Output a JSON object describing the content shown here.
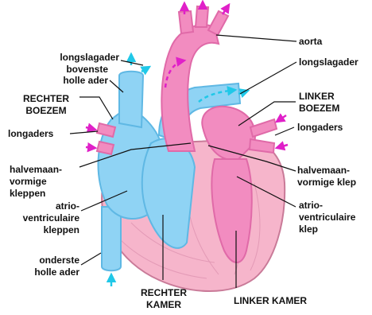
{
  "colors": {
    "blood_blue": "#8fd3f4",
    "blood_blue_dark": "#5fb8e4",
    "oxygen_pink": "#f28cc0",
    "oxygen_pink_dark": "#e06aa8",
    "muscle_pink": "#f6b5cb",
    "muscle_line": "#c97a98",
    "arrow_magenta": "#e020c8",
    "arrow_cyan": "#20c8e8",
    "leader_line": "#111111"
  },
  "labels": {
    "left": {
      "longslagader": "longslagader",
      "bovenste_holle_ader_1": "bovenste",
      "bovenste_holle_ader_2": "holle ader",
      "rechter_boezem_1": "RECHTER",
      "rechter_boezem_2": "BOEZEM",
      "longaders": "longaders",
      "halvemaan_1": "halvemaan-",
      "halvemaan_2": "vormige",
      "halvemaan_3": "kleppen",
      "atrio_1": "atrio-",
      "atrio_2": "ventriculaire",
      "atrio_3": "kleppen",
      "onderste_1": "onderste",
      "onderste_2": "holle ader"
    },
    "right": {
      "aorta": "aorta",
      "longslagader": "longslagader",
      "linker_boezem_1": "LINKER",
      "linker_boezem_2": "BOEZEM",
      "longaders": "longaders",
      "halvemaan_1": "halvemaan-",
      "halvemaan_2": "vormige klep",
      "atrio_1": "atrio-",
      "atrio_2": "ventriculaire",
      "atrio_3": "klep"
    },
    "bottom": {
      "rechter_kamer_1": "RECHTER",
      "rechter_kamer_2": "KAMER",
      "linker_kamer": "LINKER KAMER"
    }
  }
}
